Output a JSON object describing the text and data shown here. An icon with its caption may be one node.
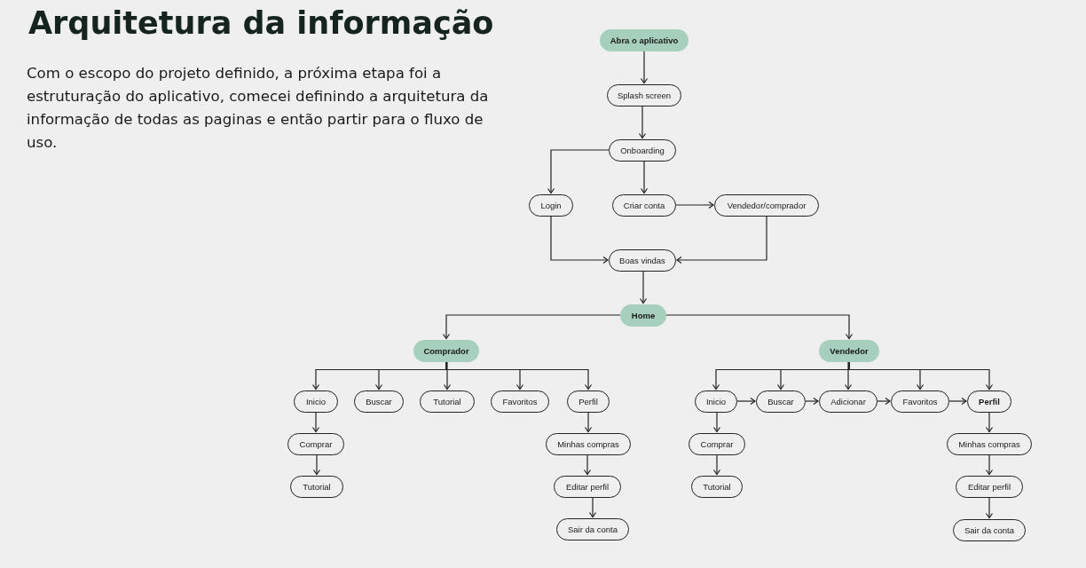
{
  "diagram": {
    "title": "Arquitetura da informação",
    "nodes": [
      {
        "text": [
          "Abra o aplicativo"
        ]
      },
      {
        "text": [
          "Splash screen"
        ]
      },
      {
        "text": [
          "Onboarding"
        ]
      },
      {
        "text": [
          "Login"
        ]
      },
      {
        "text": [
          "Criar conta"
        ]
      },
      {
        "text": [
          "Vendedor/comprador"
        ]
      },
      {
        "text": [
          "Boas vindas"
        ]
      },
      {
        "text": [
          "Home"
        ]
      },
      {
        "text": [
          "Comprador"
        ]
      },
      {
        "text": [
          "Vendedor"
        ]
      },
      {
        "text": [
          "Inicio"
        ]
      },
      {
        "text": [
          "Buscar"
        ]
      },
      {
        "text": [
          "Tutorial"
        ]
      },
      {
        "text": [
          "Favoritos"
        ]
      },
      {
        "text": [
          "Perfil"
        ]
      },
      {
        "text": [
          "Comprar"
        ]
      },
      {
        "text": [
          "Tutorial"
        ]
      },
      {
        "text": [
          "Minhas compras"
        ]
      },
      {
        "text": [
          "Editar perfil"
        ]
      },
      {
        "text": [
          "Sair da conta"
        ]
      },
      {
        "text": [
          "Inicio"
        ]
      },
      {
        "text": [
          "Buscar"
        ]
      },
      {
        "text": [
          "Adicionar"
        ]
      },
      {
        "text": [
          "Favoritos"
        ]
      },
      {
        "text": [
          "Perfil"
        ]
      },
      {
        "text": [
          "Comprar"
        ]
      },
      {
        "text": [
          "Tutorial"
        ]
      },
      {
        "text": [
          "Minhas compras"
        ]
      },
      {
        "text": [
          "Editar perfil"
        ]
      },
      {
        "text": [
          "Sair da conta"
        ]
      }
    ],
    "edges": [
      {
        "from": 0,
        "to": 1,
        "arrow": "to"
      },
      {
        "from": 1,
        "to": 2,
        "arrow": "to"
      },
      {
        "from": 2,
        "to": 3,
        "arrow": "to"
      },
      {
        "from": 2,
        "to": 4,
        "arrow": "to"
      },
      {
        "from": 4,
        "to": 5,
        "arrow": "to"
      },
      {
        "from": 3,
        "to": 6,
        "arrow": "to"
      },
      {
        "from": 5,
        "to": 6,
        "arrow": "to"
      },
      {
        "from": 6,
        "to": 7,
        "arrow": "to"
      },
      {
        "from": 7,
        "to": 8,
        "arrow": "to"
      },
      {
        "from": 7,
        "to": 9,
        "arrow": "to"
      },
      {
        "from": 8,
        "to": 10,
        "arrow": "to"
      },
      {
        "from": 8,
        "to": 11,
        "arrow": "to"
      },
      {
        "from": 8,
        "to": 12,
        "arrow": "to"
      },
      {
        "from": 8,
        "to": 13,
        "arrow": "to"
      },
      {
        "from": 8,
        "to": 14,
        "arrow": "to"
      },
      {
        "from": 10,
        "to": 15,
        "arrow": "to"
      },
      {
        "from": 15,
        "to": 16,
        "arrow": "to"
      },
      {
        "from": 14,
        "to": 17,
        "arrow": "to"
      },
      {
        "from": 17,
        "to": 18,
        "arrow": "to"
      },
      {
        "from": 18,
        "to": 19,
        "arrow": "to"
      },
      {
        "from": 9,
        "to": 20,
        "arrow": "to"
      },
      {
        "from": 9,
        "to": 21,
        "arrow": "to"
      },
      {
        "from": 9,
        "to": 22,
        "arrow": "to"
      },
      {
        "from": 9,
        "to": 23,
        "arrow": "to"
      },
      {
        "from": 9,
        "to": 24,
        "arrow": "to"
      },
      {
        "from": 20,
        "to": 21,
        "arrow": "to"
      },
      {
        "from": 21,
        "to": 22,
        "arrow": "to"
      },
      {
        "from": 22,
        "to": 23,
        "arrow": "to"
      },
      {
        "from": 23,
        "to": 24,
        "arrow": "to"
      },
      {
        "from": 20,
        "to": 25,
        "arrow": "to"
      },
      {
        "from": 25,
        "to": 26,
        "arrow": "to"
      },
      {
        "from": 24,
        "to": 27,
        "arrow": "to"
      },
      {
        "from": 27,
        "to": 28,
        "arrow": "to"
      },
      {
        "from": 28,
        "to": 29,
        "arrow": "to"
      }
    ],
    "labels": [
      "Com o escopo do projeto definido, a próxima etapa foi a estruturação do aplicativo, comecei definindo a arquitetura da informação de todas as paginas e então partir para o fluxo de uso."
    ]
  }
}
